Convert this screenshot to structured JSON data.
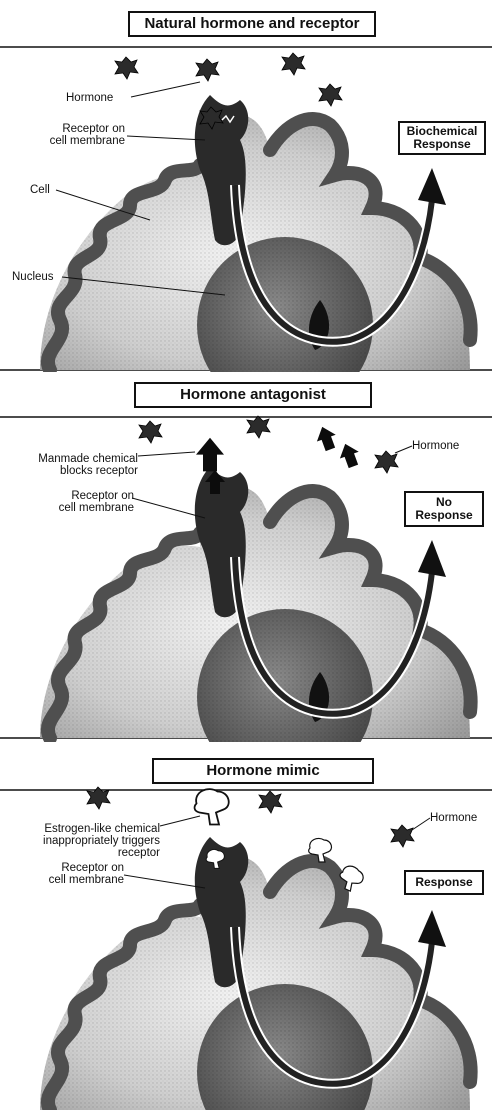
{
  "panels": [
    {
      "title": "Natural hormone and receptor",
      "labels": {
        "hormone": "Hormone",
        "receptor_line1": "Receptor on",
        "receptor_line2": "cell membrane",
        "cell": "Cell",
        "nucleus": "Nucleus"
      },
      "response_line1": "Biochemical",
      "response_line2": "Response"
    },
    {
      "title": "Hormone antagonist",
      "labels": {
        "chemical_line1": "Manmade chemical",
        "chemical_line2": "blocks receptor",
        "receptor_line1": "Receptor on",
        "receptor_line2": "cell membrane",
        "hormone": "Hormone"
      },
      "response_line1": "No",
      "response_line2": "Response"
    },
    {
      "title": "Hormone mimic",
      "labels": {
        "chemical_line1": "Estrogen-like chemical",
        "chemical_line2": "inappropriately triggers",
        "chemical_line3": "receptor",
        "receptor_line1": "Receptor on",
        "receptor_line2": "cell membrane",
        "hormone": "Hormone"
      },
      "response_line1": "Response",
      "response_line2": ""
    }
  ],
  "colors": {
    "ink": "#111111",
    "membrane": "#5a5a5a",
    "cell": "#d6d6d6",
    "nucleus": "#6e6e6e",
    "receptor": "#2a2a2a"
  }
}
